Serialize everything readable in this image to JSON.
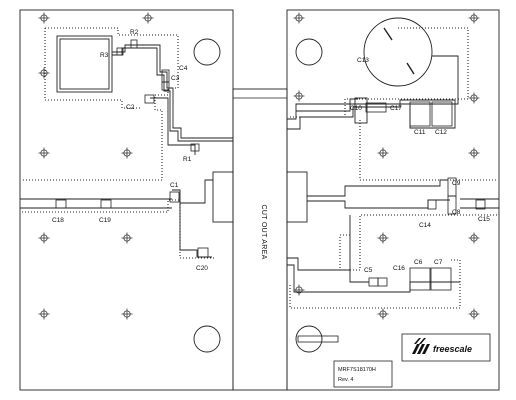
{
  "board": {
    "cutout_label": "CUT OUT AREA",
    "part_number": "MRF7S18170H",
    "revision": "Rev. 4",
    "brand": "freescale",
    "brand_logo_icon": "freescale-chevron-logo-icon"
  },
  "components": {
    "R1": "R1",
    "R2": "R2",
    "R3": "R3",
    "C1": "C1",
    "C2": "C2",
    "C3": "C3",
    "C4": "C4",
    "C5": "C5",
    "C6": "C6",
    "C7": "C7",
    "C8": "C8",
    "C9": "C9",
    "C10": "C10",
    "C11": "C11",
    "C12": "C12",
    "C13": "C13",
    "C14": "C14",
    "C15": "C15",
    "C16": "C16",
    "C17": "C17",
    "C18": "C18",
    "C19": "C19",
    "C20": "C20"
  }
}
